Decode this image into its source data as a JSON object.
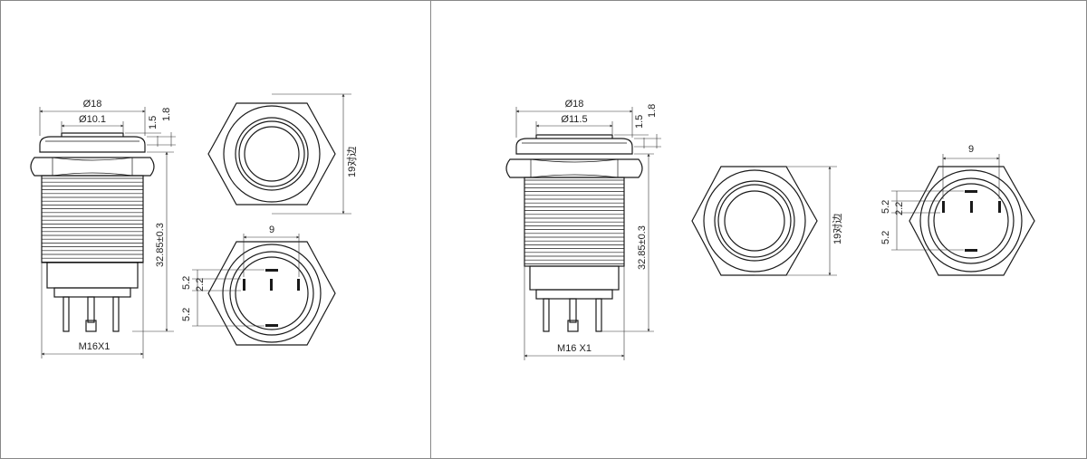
{
  "left": {
    "dia_outer": "Ø18",
    "dia_inner": "Ø10.1",
    "dim_1_5": "1.5",
    "dim_1_8": "1.8",
    "height": "32.85±0.3",
    "thread": "M16X1",
    "across_flats": "19对边",
    "pin_spacing_9": "9",
    "spacing_5_2_top": "5.2",
    "spacing_2_2": "2.2",
    "spacing_5_2_bottom": "5.2"
  },
  "right": {
    "dia_outer": "Ø18",
    "dia_inner": "Ø11.5",
    "dim_1_5": "1.5",
    "dim_1_8": "1.8",
    "height": "32.85±0.3",
    "thread": "M16 X1",
    "across_flats": "19对边",
    "pin_spacing_9": "9",
    "spacing_5_2_top": "5.2",
    "spacing_2_2": "2.2",
    "spacing_5_2_bottom": "5.2"
  }
}
